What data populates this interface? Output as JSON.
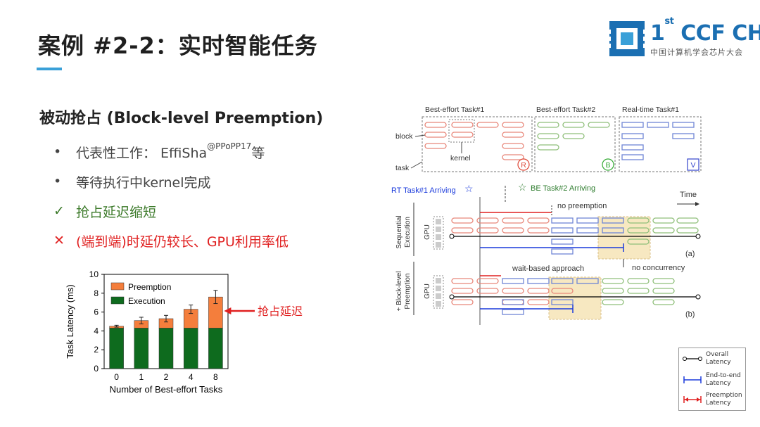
{
  "title": "案例 #2-2：实时智能任务",
  "logo": {
    "big": "CCF CHIP",
    "sup": "st",
    "num": "1",
    "sub": "中国计算机学会芯片大会"
  },
  "subtitle": "被动抢占 (Block-level Preemption)",
  "bullets": [
    {
      "marker": "•",
      "text": "代表性工作： EffiSha",
      "sup": "@PPoPP17",
      "tail": " 等",
      "style": "normal"
    },
    {
      "marker": "•",
      "text": "等待执行中kernel完成",
      "sup": "",
      "tail": "",
      "style": "normal"
    },
    {
      "marker": "✓",
      "text": "抢占延迟缩短",
      "sup": "",
      "tail": "",
      "style": "check"
    },
    {
      "marker": "✕",
      "text": "(端到端)时延仍较长、GPU利用率低",
      "sup": "",
      "tail": "",
      "style": "cross"
    }
  ],
  "chart_data": {
    "type": "bar",
    "stacked": true,
    "categories": [
      "0",
      "1",
      "2",
      "4",
      "8"
    ],
    "series": [
      {
        "name": "Execution",
        "values": [
          4.3,
          4.3,
          4.3,
          4.3,
          4.3
        ],
        "color": "#0e6b1e"
      },
      {
        "name": "Preemption",
        "values": [
          0.2,
          0.8,
          1.0,
          2.0,
          3.3
        ],
        "color": "#f47e3c"
      }
    ],
    "error": [
      0.1,
      0.35,
      0.35,
      0.45,
      0.7
    ],
    "xlabel": "Number of Best-effort Tasks",
    "ylabel": "Task Latency (ms)",
    "ylim": [
      0,
      10
    ],
    "yticks": [
      "0",
      "2",
      "4",
      "6",
      "8",
      "10"
    ],
    "legend_position": "top-left",
    "annotation": "抢占延迟",
    "annotation_color": "#e02020"
  },
  "diagram": {
    "task_titles": [
      "Best-effort Task#1",
      "Best-effort Task#2",
      "Real-time Task#1"
    ],
    "task_badges": [
      "R",
      "B",
      "V"
    ],
    "labels": {
      "block": "block",
      "kernel": "kernel",
      "task": "task",
      "rt_arriving": "RT Task#1 Arriving",
      "be_arriving": "BE Task#2 Arriving",
      "time": "Time",
      "no_preemption": "no preemption",
      "no_concurrency": "no concurrency",
      "wait_based": "wait-based approach",
      "sequential": [
        "Sequential",
        "Execution"
      ],
      "blocklevel": [
        "+ Block-level",
        "Preemption"
      ],
      "gpu": "GPU",
      "panel_a": "(a)",
      "panel_b": "(b)"
    },
    "colors": {
      "red": "#e8877a",
      "green": "#8fbf7a",
      "blue": "#6f86d6",
      "rt_blue": "#1a3adc",
      "be_green": "#2f7d2f",
      "yellow": "#f4dfa8"
    }
  },
  "legend": [
    {
      "label": "Overall Latency"
    },
    {
      "label": "End-to-end Latency"
    },
    {
      "label": "Preemption Latency"
    }
  ]
}
